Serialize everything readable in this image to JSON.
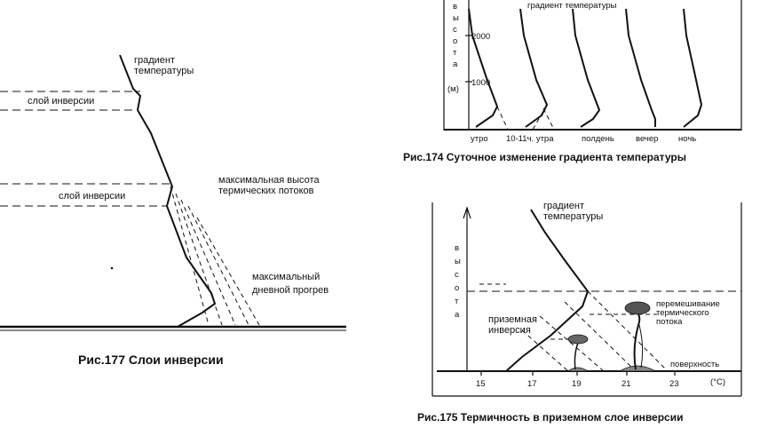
{
  "fig177": {
    "label_gradient_1": "градиент",
    "label_gradient_2": "температуры",
    "inversion_layer_1": "слой инверсии",
    "inversion_layer_2": "слой инверсии",
    "max_height_1": "максимальная высота",
    "max_height_2": "термических потоков",
    "max_heating_1": "максимальный",
    "max_heating_2": "дневной прогрев",
    "caption": "Рис.177 Слои инверсии"
  },
  "fig174": {
    "y_axis_letters": [
      "в",
      "ы",
      "с",
      "о",
      "т",
      "а",
      "(м)"
    ],
    "y_ticks": [
      "2000",
      "1000"
    ],
    "header": "градиент температуры",
    "times": [
      "утро",
      "10-11ч. утра",
      "полдень",
      "вечер",
      "ночь"
    ],
    "caption": "Рис.174 Суточное изменение градиента температуры"
  },
  "fig175": {
    "label_gradient_1": "градиент",
    "label_gradient_2": "температуры",
    "y_axis_letters": [
      "в",
      "ы",
      "с",
      "о",
      "т",
      "а"
    ],
    "ground_inversion_1": "приземная",
    "ground_inversion_2": "инверсия",
    "mixing_1": "перемешивание",
    "mixing_2": "термического",
    "mixing_3": "потока",
    "surface": "поверхность",
    "x_ticks": [
      "15",
      "17",
      "19",
      "21",
      "23"
    ],
    "x_unit": "(°C)",
    "caption": "Рис.175 Термичность в приземном слое инверсии"
  }
}
